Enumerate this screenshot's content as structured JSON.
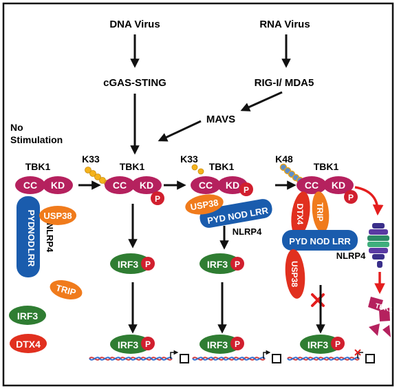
{
  "sources": {
    "dna": "DNA Virus",
    "rna": "RNA Virus"
  },
  "sensors": {
    "cgas": "cGAS-STING",
    "rig": "RIG-I/ MDA5",
    "mavs": "MAVS"
  },
  "no_stim": {
    "line1": "No",
    "line2": "Stimulation"
  },
  "ubiquitin": {
    "k33a": "K33",
    "k33b": "K33",
    "k48": "K48"
  },
  "proteins": {
    "tbk1": "TBK1",
    "cc": "CC",
    "kd": "KD",
    "p": "P",
    "pyd": "PYD",
    "nod": "NOD",
    "lrr": "LRR",
    "nlrp4": "NLRP4",
    "usp38": "USP38",
    "trip": "TRIP",
    "irf3": "IRF3",
    "dtx4": "DTX4",
    "pyd_nod_lrr": "PYD NOD LRR"
  },
  "degraded": {
    "tbk_frag": "TBK1"
  },
  "colors": {
    "tbk1": "#b5215e",
    "p": "#d11f2e",
    "nlrp4": "#1a5cad",
    "usp38": "#f07b1c",
    "irf3": "#2f7d32",
    "dtx4": "#e1301f",
    "ub_yellow": "#f4b21b",
    "ub_blue": "#5e8ec7",
    "red_arrow": "#e41e1e"
  }
}
